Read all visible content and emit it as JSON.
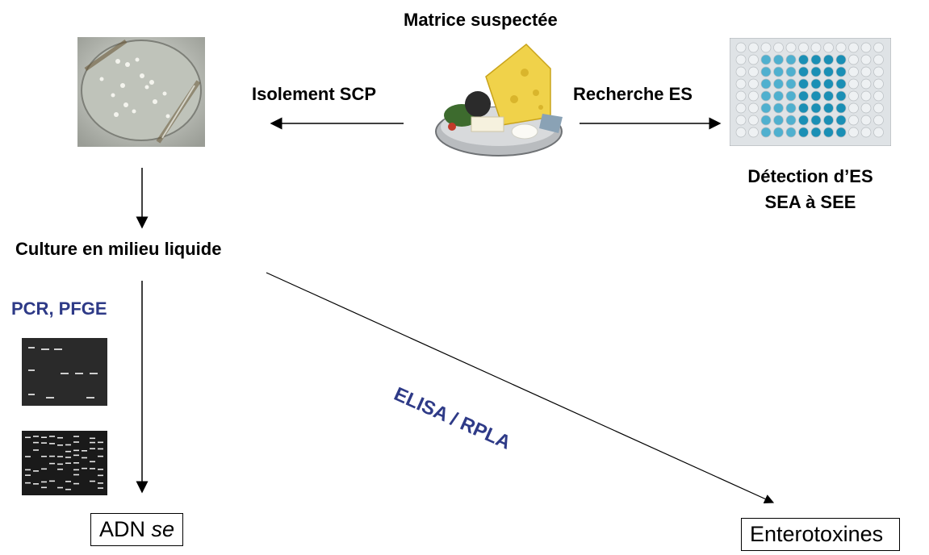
{
  "title": "Matrice suspectée",
  "left_arrow_label": "Isolement SCP",
  "right_arrow_label": "Recherche ES",
  "detection": {
    "line1": "Détection d’ES",
    "line2": "SEA à SEE"
  },
  "culture_label": "Culture en milieu liquide",
  "methods_label": "PCR, PFGE",
  "diagonal_label": "ELISA / RPLA",
  "dna_box": {
    "main": "ADN ",
    "italic": "se"
  },
  "entero_box": "Enterotoxines",
  "colors": {
    "method_text": "#2e3a87",
    "well_blue": "#1a8fb5",
    "plate_agar": "#c9cdc4"
  },
  "images": [
    "petri-dish",
    "cheese-platter",
    "elisa-plate",
    "gel-electrophoresis-pcr",
    "gel-electrophoresis-pfge"
  ]
}
